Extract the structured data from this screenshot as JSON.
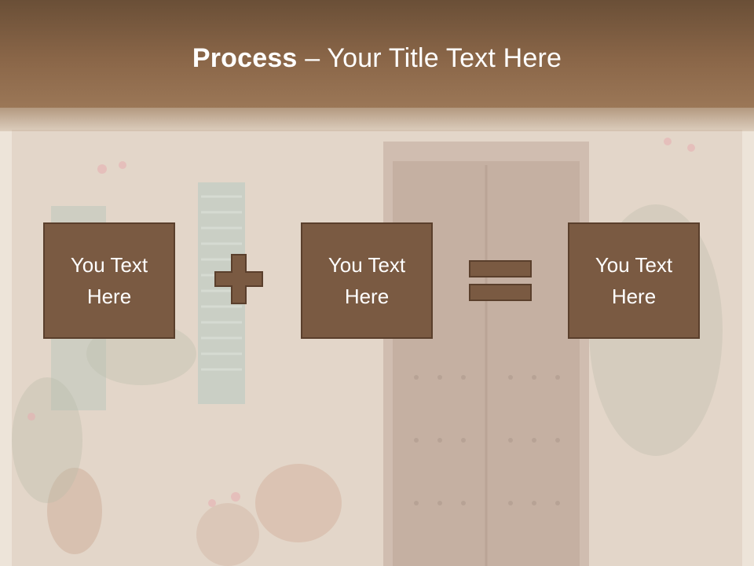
{
  "slide": {
    "title_bold": "Process",
    "title_rest": " – Your Title Text Here"
  },
  "boxes": [
    {
      "label": "You Text\nHere"
    },
    {
      "label": "You Text\nHere"
    },
    {
      "label": "You Text\nHere"
    }
  ],
  "operators": [
    "plus-icon",
    "equals-icon"
  ],
  "colors": {
    "title_bar": "#8a6648",
    "box_fill": "#7a5a42",
    "box_border": "#5a3f2c",
    "text": "#ffffff",
    "background": "#efe6dc"
  }
}
